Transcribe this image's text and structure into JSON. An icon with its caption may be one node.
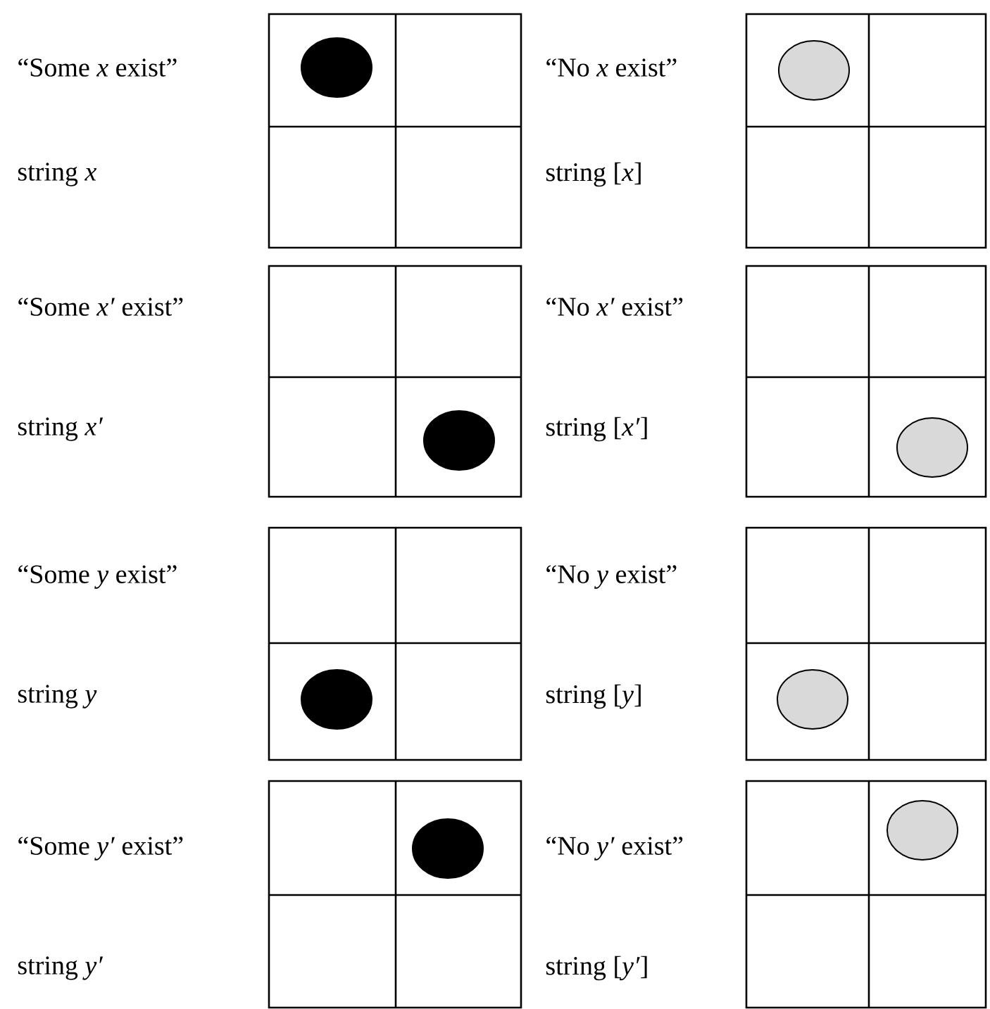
{
  "diagram": {
    "labels": [
      "“Some *x* exist”",
      "“No *x* exist”",
      "string *x*",
      "string [*x*]",
      "“Some *x′* exist”",
      "“No *x′* exist”",
      "string *x′*",
      "string [*x′*]",
      "“Some *y* exist”",
      "“No *y* exist”",
      "string *y*",
      "string [*y*]",
      "“Some *y′* exist”",
      "“No *y′* exist”",
      "string *y′*",
      "string [*y′*]"
    ]
  }
}
